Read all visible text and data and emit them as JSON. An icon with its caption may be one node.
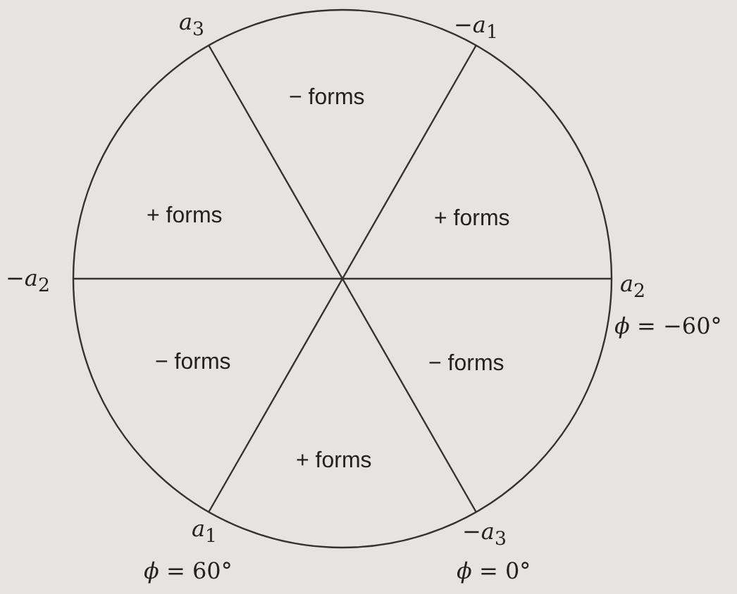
{
  "diagram": {
    "labels": [
      "*a*$_{3}$",
      "−*a*$_{1}$",
      "− forms",
      "+ forms",
      "+ forms",
      "−*a*$_{2}$",
      "*a*$_{2}$",
      "*ϕ* = −60°",
      "− forms",
      "− forms",
      "+ forms",
      "*a*$_{1}$",
      "−*a*$_{3}$",
      "*ϕ* = 60°",
      "*ϕ* = 0°"
    ]
  }
}
